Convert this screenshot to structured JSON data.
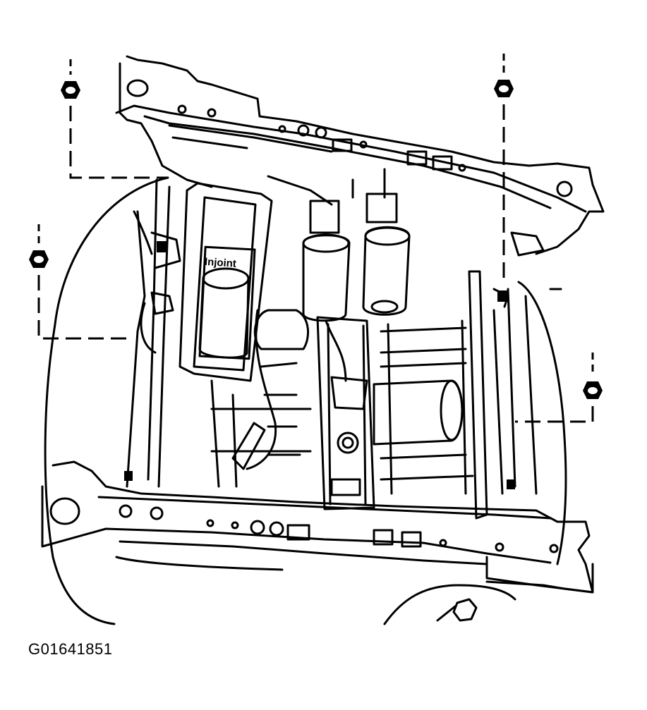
{
  "figure": {
    "reference_code": "G01641851",
    "label_text": "Injoint",
    "colors": {
      "ink": "#000000",
      "paper": "#ffffff"
    },
    "icons": {
      "fastener": "hex-nut-icon",
      "leader": "dashed-leader-line"
    }
  }
}
